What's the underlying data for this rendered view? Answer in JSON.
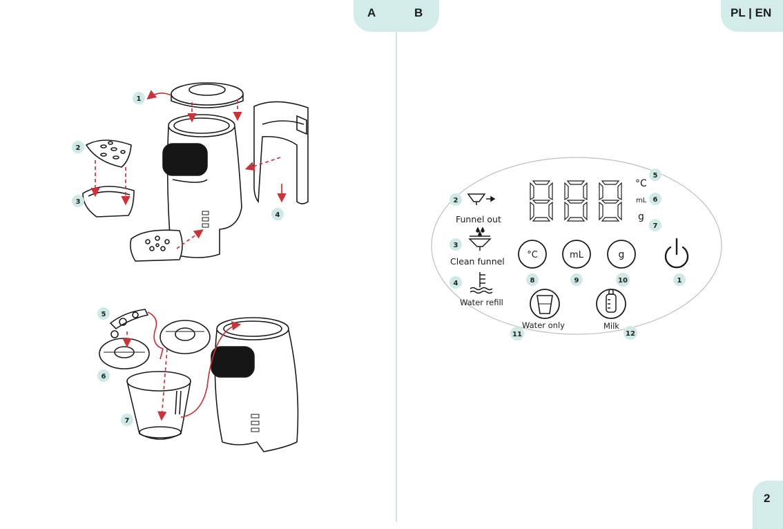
{
  "header": {
    "tab_a": "A",
    "tab_b": "B",
    "language": "PL | EN"
  },
  "page": {
    "number": "2"
  },
  "colors": {
    "accent_bg": "#d3ece9",
    "arrow_red": "#c8343c",
    "outline": "#1a1a1a"
  },
  "section_a": {
    "callouts": [
      "1",
      "2",
      "3",
      "4",
      "5",
      "6",
      "7"
    ]
  },
  "section_b": {
    "display_digits": "888",
    "units": {
      "celsius": "°C",
      "ml": "mL",
      "grams": "g"
    },
    "indicators": {
      "funnel_out": "Funnel out",
      "clean_funnel": "Clean funnel",
      "water_refill": "Water refill",
      "water_only": "Water only",
      "milk": "Milk"
    },
    "buttons": {
      "celsius": "°C",
      "ml": "mL",
      "grams": "g"
    },
    "callouts": [
      "1",
      "2",
      "3",
      "4",
      "5",
      "6",
      "7",
      "8",
      "9",
      "10",
      "11",
      "12"
    ]
  }
}
